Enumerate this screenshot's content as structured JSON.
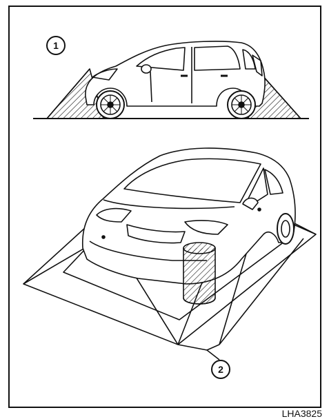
{
  "figure": {
    "code": "LHA3825",
    "callouts": [
      {
        "id": "side-view-marker",
        "label": "1"
      },
      {
        "id": "perspective-view-marker",
        "label": "2"
      }
    ],
    "colors": {
      "line": "#111111",
      "background": "#ffffff"
    }
  }
}
